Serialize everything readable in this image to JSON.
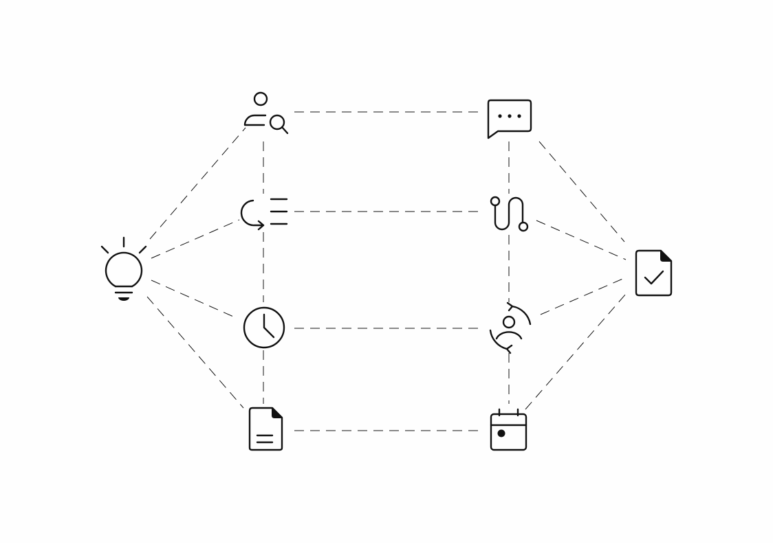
{
  "diagram": {
    "background_color": "#fefefe",
    "line_color": "#111111",
    "line_style": "dashed",
    "nodes": [
      {
        "id": "idea",
        "icon": "lightbulb-icon"
      },
      {
        "id": "user-search",
        "icon": "user-search-icon"
      },
      {
        "id": "process-list",
        "icon": "loop-list-icon"
      },
      {
        "id": "schedule",
        "icon": "clock-icon"
      },
      {
        "id": "document",
        "icon": "document-icon"
      },
      {
        "id": "comment",
        "icon": "chat-bubble-icon"
      },
      {
        "id": "route",
        "icon": "route-icon"
      },
      {
        "id": "user-sync",
        "icon": "user-sync-icon"
      },
      {
        "id": "calendar",
        "icon": "calendar-icon"
      },
      {
        "id": "approved",
        "icon": "document-check-icon"
      }
    ],
    "edges": [
      [
        "idea",
        "user-search"
      ],
      [
        "idea",
        "process-list"
      ],
      [
        "idea",
        "schedule"
      ],
      [
        "idea",
        "document"
      ],
      [
        "user-search",
        "process-list"
      ],
      [
        "process-list",
        "schedule"
      ],
      [
        "schedule",
        "document"
      ],
      [
        "user-search",
        "comment"
      ],
      [
        "process-list",
        "route"
      ],
      [
        "schedule",
        "user-sync"
      ],
      [
        "document",
        "calendar"
      ],
      [
        "comment",
        "route"
      ],
      [
        "route",
        "user-sync"
      ],
      [
        "user-sync",
        "calendar"
      ],
      [
        "comment",
        "approved"
      ],
      [
        "route",
        "approved"
      ],
      [
        "user-sync",
        "approved"
      ],
      [
        "calendar",
        "approved"
      ]
    ]
  }
}
